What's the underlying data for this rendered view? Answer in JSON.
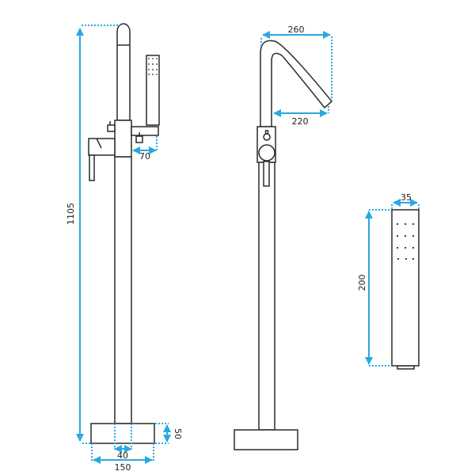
{
  "dimensions": {
    "total_height": "1105",
    "handshower_offset": "70",
    "base_width": "150",
    "pipe_width": "40",
    "base_height": "50",
    "spout_reach": "260",
    "spout_outlet_reach": "220",
    "handshower_width": "35",
    "handshower_length": "200"
  },
  "colors": {
    "dimension": "#29a9e0",
    "outline": "#2a2a2a"
  }
}
